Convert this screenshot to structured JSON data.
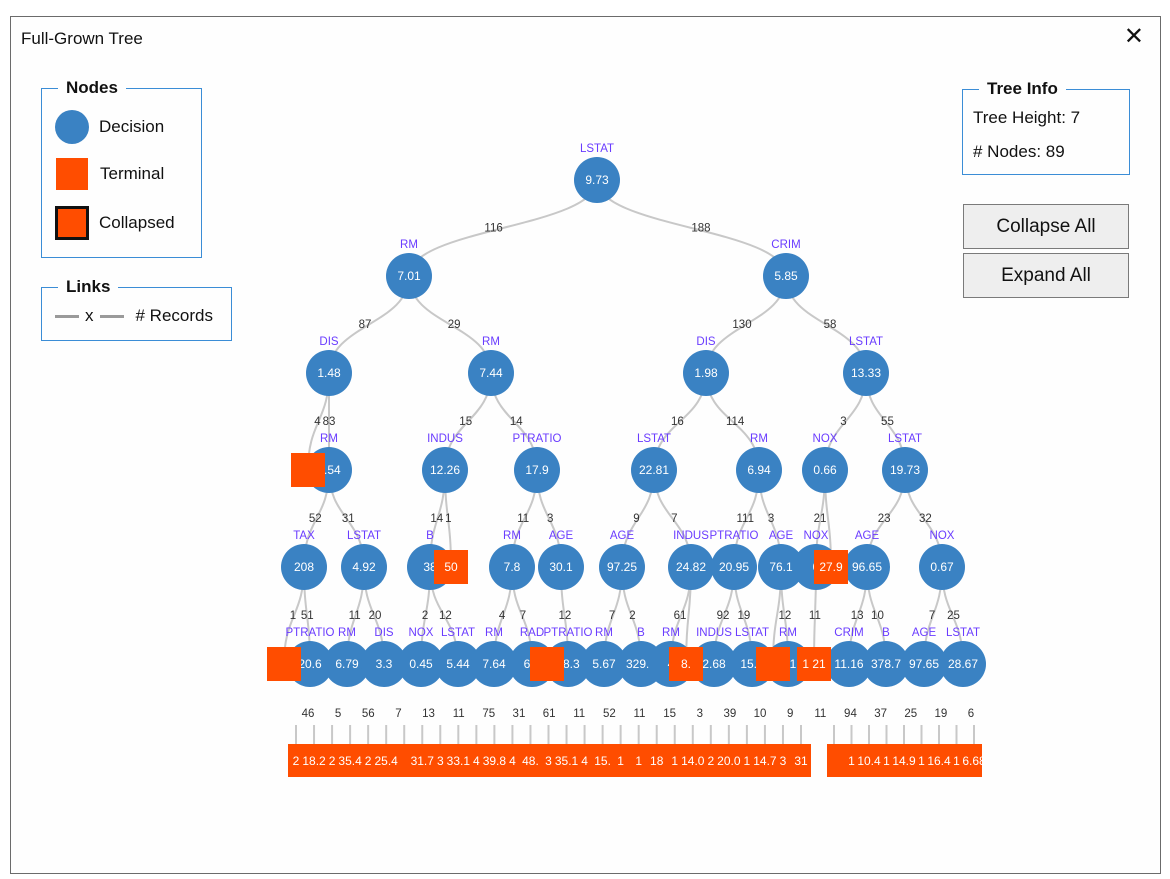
{
  "window": {
    "title": "Full-Grown Tree",
    "close_glyph": "✕"
  },
  "legend_nodes": {
    "title": "Nodes",
    "decision": "Decision",
    "terminal": "Terminal",
    "collapsed": "Collapsed"
  },
  "legend_links": {
    "title": "Links",
    "symbol_x": "x",
    "records": "# Records"
  },
  "tree_info": {
    "title": "Tree Info",
    "height_line": "Tree Height: 7",
    "nodes_line": "# Nodes: 89"
  },
  "buttons": {
    "collapse_all": "Collapse All",
    "expand_all": "Expand All"
  },
  "colors": {
    "decision": "#3a82c3",
    "terminal": "#ff4d00",
    "link": "#c8c8c8",
    "split_label": "#6a3cff"
  },
  "tree": {
    "nodes": [
      {
        "id": "n0",
        "type": "decision",
        "label": "LSTAT",
        "value": "9.73"
      },
      {
        "id": "n1",
        "type": "decision",
        "label": "RM",
        "value": "7.01"
      },
      {
        "id": "n2",
        "type": "decision",
        "label": "CRIM",
        "value": "5.85"
      },
      {
        "id": "n3",
        "type": "decision",
        "label": "DIS",
        "value": "1.48"
      },
      {
        "id": "n4",
        "type": "decision",
        "label": "RM",
        "value": "7.44"
      },
      {
        "id": "n5",
        "type": "decision",
        "label": "DIS",
        "value": "1.98"
      },
      {
        "id": "n6",
        "type": "decision",
        "label": "LSTAT",
        "value": "13.33"
      },
      {
        "id": "n7",
        "type": "decision",
        "label": "RM",
        "value": "6.54"
      },
      {
        "id": "n8",
        "type": "decision",
        "label": "INDUS",
        "value": "12.26"
      },
      {
        "id": "n9",
        "type": "decision",
        "label": "PTRATIO",
        "value": "17.9"
      },
      {
        "id": "n10",
        "type": "decision",
        "label": "LSTAT",
        "value": "22.81"
      },
      {
        "id": "n11",
        "type": "decision",
        "label": "RM",
        "value": "6.94"
      },
      {
        "id": "n12",
        "type": "decision",
        "label": "NOX",
        "value": "0.66"
      },
      {
        "id": "n13",
        "type": "decision",
        "label": "LSTAT",
        "value": "19.73"
      },
      {
        "id": "n14",
        "type": "decision",
        "label": "TAX",
        "value": "208"
      },
      {
        "id": "n15",
        "type": "decision",
        "label": "LSTAT",
        "value": "4.92"
      },
      {
        "id": "n16",
        "type": "decision",
        "label": "B",
        "value": "38"
      },
      {
        "id": "n17",
        "type": "decision",
        "label": "RM",
        "value": "7.8"
      },
      {
        "id": "n18",
        "type": "decision",
        "label": "AGE",
        "value": "30.1"
      },
      {
        "id": "n19",
        "type": "decision",
        "label": "AGE",
        "value": "97.25"
      },
      {
        "id": "n20",
        "type": "decision",
        "label": "INDUS",
        "value": "24.82"
      },
      {
        "id": "n21",
        "type": "decision",
        "label": "PTRATIO",
        "value": "20.95"
      },
      {
        "id": "n22",
        "type": "decision",
        "label": "AGE",
        "value": "76.1"
      },
      {
        "id": "n23",
        "type": "decision",
        "label": "NOX",
        "value": "0"
      },
      {
        "id": "n24",
        "type": "decision",
        "label": "AGE",
        "value": "96.65"
      },
      {
        "id": "n25",
        "type": "decision",
        "label": "NOX",
        "value": "0.67"
      },
      {
        "id": "n26",
        "type": "decision",
        "label": "PTRATIO",
        "value": "20.6"
      },
      {
        "id": "n27",
        "type": "decision",
        "label": "RM",
        "value": "6.79"
      },
      {
        "id": "n28",
        "type": "decision",
        "label": "DIS",
        "value": "3.3"
      },
      {
        "id": "n29",
        "type": "decision",
        "label": "NOX",
        "value": "0.45"
      },
      {
        "id": "n30",
        "type": "decision",
        "label": "LSTAT",
        "value": "5.44"
      },
      {
        "id": "n31",
        "type": "decision",
        "label": "RM",
        "value": "7.64"
      },
      {
        "id": "n32",
        "type": "decision",
        "label": "RAD",
        "value": "6.5"
      },
      {
        "id": "n33",
        "type": "decision",
        "label": "PTRATIO",
        "value": "18.3"
      },
      {
        "id": "n34",
        "type": "decision",
        "label": "RM",
        "value": "5.67"
      },
      {
        "id": "n35",
        "type": "decision",
        "label": "B",
        "value": "329.4"
      },
      {
        "id": "n36",
        "type": "decision",
        "label": "RM",
        "value": "4"
      },
      {
        "id": "n37",
        "type": "decision",
        "label": "INDUS",
        "value": "2.68"
      },
      {
        "id": "n38",
        "type": "decision",
        "label": "LSTAT",
        "value": "15.6"
      },
      {
        "id": "n39",
        "type": "decision",
        "label": "RM",
        "value": "7.1"
      },
      {
        "id": "n40",
        "type": "decision",
        "label": "CRIM",
        "value": "11.16"
      },
      {
        "id": "n41",
        "type": "decision",
        "label": "B",
        "value": "378.7"
      },
      {
        "id": "n42",
        "type": "decision",
        "label": "AGE",
        "value": "97.65"
      },
      {
        "id": "n43",
        "type": "decision",
        "label": "LSTAT",
        "value": "28.67"
      },
      {
        "id": "t1",
        "type": "terminal",
        "label": "",
        "value": ""
      },
      {
        "id": "t2",
        "type": "terminal",
        "label": "",
        "value": "50"
      },
      {
        "id": "t3",
        "type": "terminal",
        "label": "",
        "value": "27.9"
      },
      {
        "id": "t4",
        "type": "terminal",
        "label": "",
        "value": ""
      },
      {
        "id": "t5",
        "type": "terminal",
        "label": "",
        "value": ""
      },
      {
        "id": "t6",
        "type": "terminal",
        "label": "",
        "value": "8."
      },
      {
        "id": "t7",
        "type": "terminal",
        "label": "",
        "value": ""
      },
      {
        "id": "t8",
        "type": "terminal",
        "label": "",
        "value": "1 21"
      }
    ],
    "links": [
      {
        "from": "n0",
        "to": "n1",
        "count": "116"
      },
      {
        "from": "n0",
        "to": "n2",
        "count": "188"
      },
      {
        "from": "n1",
        "to": "n3",
        "count": "87"
      },
      {
        "from": "n1",
        "to": "n4",
        "count": "29"
      },
      {
        "from": "n2",
        "to": "n5",
        "count": "130"
      },
      {
        "from": "n2",
        "to": "n6",
        "count": "58"
      },
      {
        "from": "n3",
        "to": "t1",
        "count": "4"
      },
      {
        "from": "n3",
        "to": "n7",
        "count": "83"
      },
      {
        "from": "n4",
        "to": "n8",
        "count": "15"
      },
      {
        "from": "n4",
        "to": "n9",
        "count": "14"
      },
      {
        "from": "n5",
        "to": "n10",
        "count": "16"
      },
      {
        "from": "n5",
        "to": "n11",
        "count": "114"
      },
      {
        "from": "n6",
        "to": "n12",
        "count": "3"
      },
      {
        "from": "n6",
        "to": "n13",
        "count": "55"
      },
      {
        "from": "n7",
        "to": "n14",
        "count": "52"
      },
      {
        "from": "n7",
        "to": "n15",
        "count": "31"
      },
      {
        "from": "n8",
        "to": "n16",
        "count": "14"
      },
      {
        "from": "n8",
        "to": "t2",
        "count": "1"
      },
      {
        "from": "n9",
        "to": "n17",
        "count": "11"
      },
      {
        "from": "n9",
        "to": "n18",
        "count": "3"
      },
      {
        "from": "n10",
        "to": "n19",
        "count": "9"
      },
      {
        "from": "n10",
        "to": "n20",
        "count": "7"
      },
      {
        "from": "n11",
        "to": "n21",
        "count": "111"
      },
      {
        "from": "n11",
        "to": "n22",
        "count": "3"
      },
      {
        "from": "n12",
        "to": "n23",
        "count": "21"
      },
      {
        "from": "n12",
        "to": "t3",
        "count": ""
      },
      {
        "from": "n13",
        "to": "n24",
        "count": "23"
      },
      {
        "from": "n13",
        "to": "n25",
        "count": "32"
      },
      {
        "from": "n14",
        "to": "t4",
        "count": "1"
      },
      {
        "from": "n14",
        "to": "n26",
        "count": "51"
      },
      {
        "from": "n15",
        "to": "n27",
        "count": "11"
      },
      {
        "from": "n15",
        "to": "n28",
        "count": "20"
      },
      {
        "from": "n16",
        "to": "n29",
        "count": "2"
      },
      {
        "from": "n16",
        "to": "n30",
        "count": "12"
      },
      {
        "from": "n17",
        "to": "n31",
        "count": "4"
      },
      {
        "from": "n17",
        "to": "n32",
        "count": "7"
      },
      {
        "from": "n18",
        "to": "n33",
        "count": "12"
      },
      {
        "from": "n19",
        "to": "n34",
        "count": "7"
      },
      {
        "from": "n19",
        "to": "n35",
        "count": "2"
      },
      {
        "from": "n20",
        "to": "n36",
        "count": "61"
      },
      {
        "from": "n20",
        "to": "t6",
        "count": ""
      },
      {
        "from": "n21",
        "to": "n37",
        "count": "92"
      },
      {
        "from": "n21",
        "to": "n38",
        "count": "19"
      },
      {
        "from": "n22",
        "to": "n39",
        "count": "12"
      },
      {
        "from": "n22",
        "to": "t7",
        "count": ""
      },
      {
        "from": "n23",
        "to": "t8",
        "count": "11"
      },
      {
        "from": "n24",
        "to": "n40",
        "count": "13"
      },
      {
        "from": "n24",
        "to": "n41",
        "count": "10"
      },
      {
        "from": "n25",
        "to": "n42",
        "count": "7"
      },
      {
        "from": "n25",
        "to": "n43",
        "count": "25"
      },
      {
        "from": "n32",
        "to": "t5",
        "count": ""
      }
    ],
    "bottom_row": {
      "leaves": [
        "2",
        "18.2",
        "2",
        "35.4",
        "2",
        "25.4",
        "",
        "31.7",
        "3",
        "33.1",
        "4",
        "39.8",
        "4",
        "48.",
        "3",
        "35.1",
        "4",
        "15.",
        "1",
        "1",
        "18",
        "1",
        "14.0",
        "2",
        "20.0",
        "1",
        "14.7",
        "3",
        "31",
        "",
        "1",
        "10.4",
        "1",
        "14.9",
        "1",
        "16.4",
        "1",
        "6.68"
      ],
      "counts": [
        "46",
        "5",
        "56",
        "7",
        "13",
        "11",
        "75",
        "31",
        "61",
        "11",
        "52",
        "11",
        "15",
        "3",
        "39",
        "10",
        "9",
        "11",
        "94",
        "37",
        "25",
        "19",
        "6"
      ]
    }
  }
}
